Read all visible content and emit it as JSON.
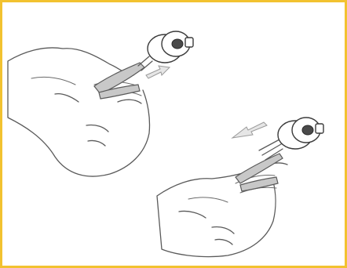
{
  "figure": {
    "frame_color": "#f2c230",
    "tool_color": "#c8c8c8",
    "arrow_color": "#e6e6e6",
    "steps": [
      {
        "name": "step-1",
        "arrow": "right",
        "description_icon": "pull-tool-icon"
      },
      {
        "name": "step-2",
        "arrow": "left",
        "description_icon": "pull-tool-icon"
      }
    ]
  }
}
